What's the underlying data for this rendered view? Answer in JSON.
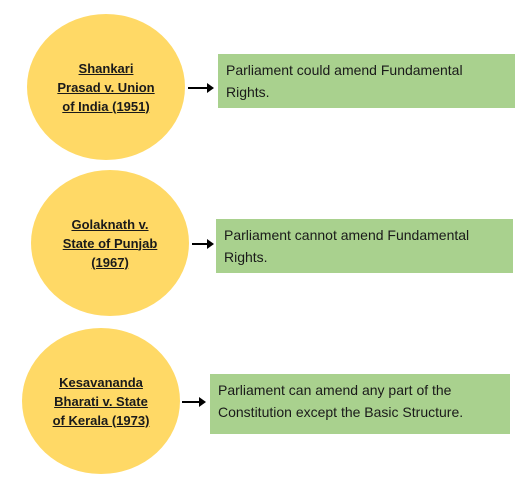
{
  "cases": [
    {
      "case_name": "Shankari\nPrasad v. Union\nof India (1951)",
      "outcome": "Parliament could amend Fundamental Rights."
    },
    {
      "case_name": "Golaknath v.\nState of Punjab\n(1967)",
      "outcome": "Parliament cannot amend Fundamental Rights."
    },
    {
      "case_name": "Kesavananda\nBharati v. State\nof Kerala (1973)",
      "outcome": "Parliament can amend any part of the Constitution except the Basic Structure."
    }
  ],
  "colors": {
    "circle_fill": "#ffd966",
    "box_fill": "#a9d18e",
    "arrow": "#000000"
  }
}
